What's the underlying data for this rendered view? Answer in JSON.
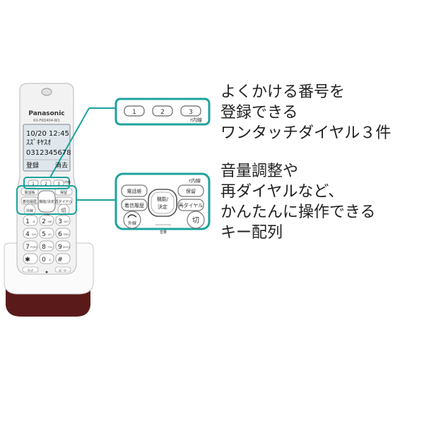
{
  "phone": {
    "brand": "Panasonic",
    "model": "KX-FKD404-W1",
    "screen": {
      "time": "10/20 12:45",
      "name": "ｽｽﾞｷﾔｽｵ",
      "number": "0312345678",
      "soft_left": "登録",
      "soft_right": "消去"
    },
    "speed_dial": [
      "1",
      "2",
      "3"
    ],
    "intercom_mini": "r内線",
    "func_left_top": "電話帳",
    "func_left_bottom": "着信履歴",
    "func_center": "機能/決定",
    "func_right_top": "保留",
    "func_right_mid": "再ダイヤル",
    "call_label": "外線",
    "end_label": "切",
    "volume_mini": "音量",
    "keypad": [
      {
        "d": "1",
        "s": "@"
      },
      {
        "d": "2",
        "s": "ABC"
      },
      {
        "d": "3",
        "s": "DEF"
      },
      {
        "d": "4",
        "s": "GHI"
      },
      {
        "d": "5",
        "s": "JKL"
      },
      {
        "d": "6",
        "s": "MNO"
      },
      {
        "d": "7",
        "s": "PQRS"
      },
      {
        "d": "8",
        "s": "TUV"
      },
      {
        "d": "9",
        "s": "WXYZ"
      },
      {
        "d": "✱",
        "s": ""
      },
      {
        "d": "0",
        "s": "わ"
      },
      {
        "d": "#",
        "s": ""
      }
    ],
    "bottom_left": "ｷｬｯﾁ",
    "bottom_right": "ｽﾋﾟｰｶｰ"
  },
  "callout1": {
    "buttons": [
      "1",
      "2",
      "3"
    ],
    "intercom": "r内線"
  },
  "callout2": {
    "phonebook": "電話帳",
    "call_history": "着信履歴",
    "center": "機能/決定",
    "center_line1": "機能/",
    "center_line2": "決定",
    "intercom": "r内線",
    "hold": "保留",
    "redial": "再ダイヤル",
    "outside": "外線",
    "end": "切",
    "volume": "音量"
  },
  "text1": [
    "よくかける番号を",
    "登録できる",
    "ワンタッチダイヤル３件"
  ],
  "text2": [
    "音量調整や",
    "再ダイヤルなど、",
    "かんたんに操作できる",
    "キー配列"
  ],
  "colors": {
    "accent": "#1ba39c",
    "base_brown": "#5a1a1a",
    "phone_body": "#f2f2f2",
    "screen_bg": "#dfe7ec"
  }
}
